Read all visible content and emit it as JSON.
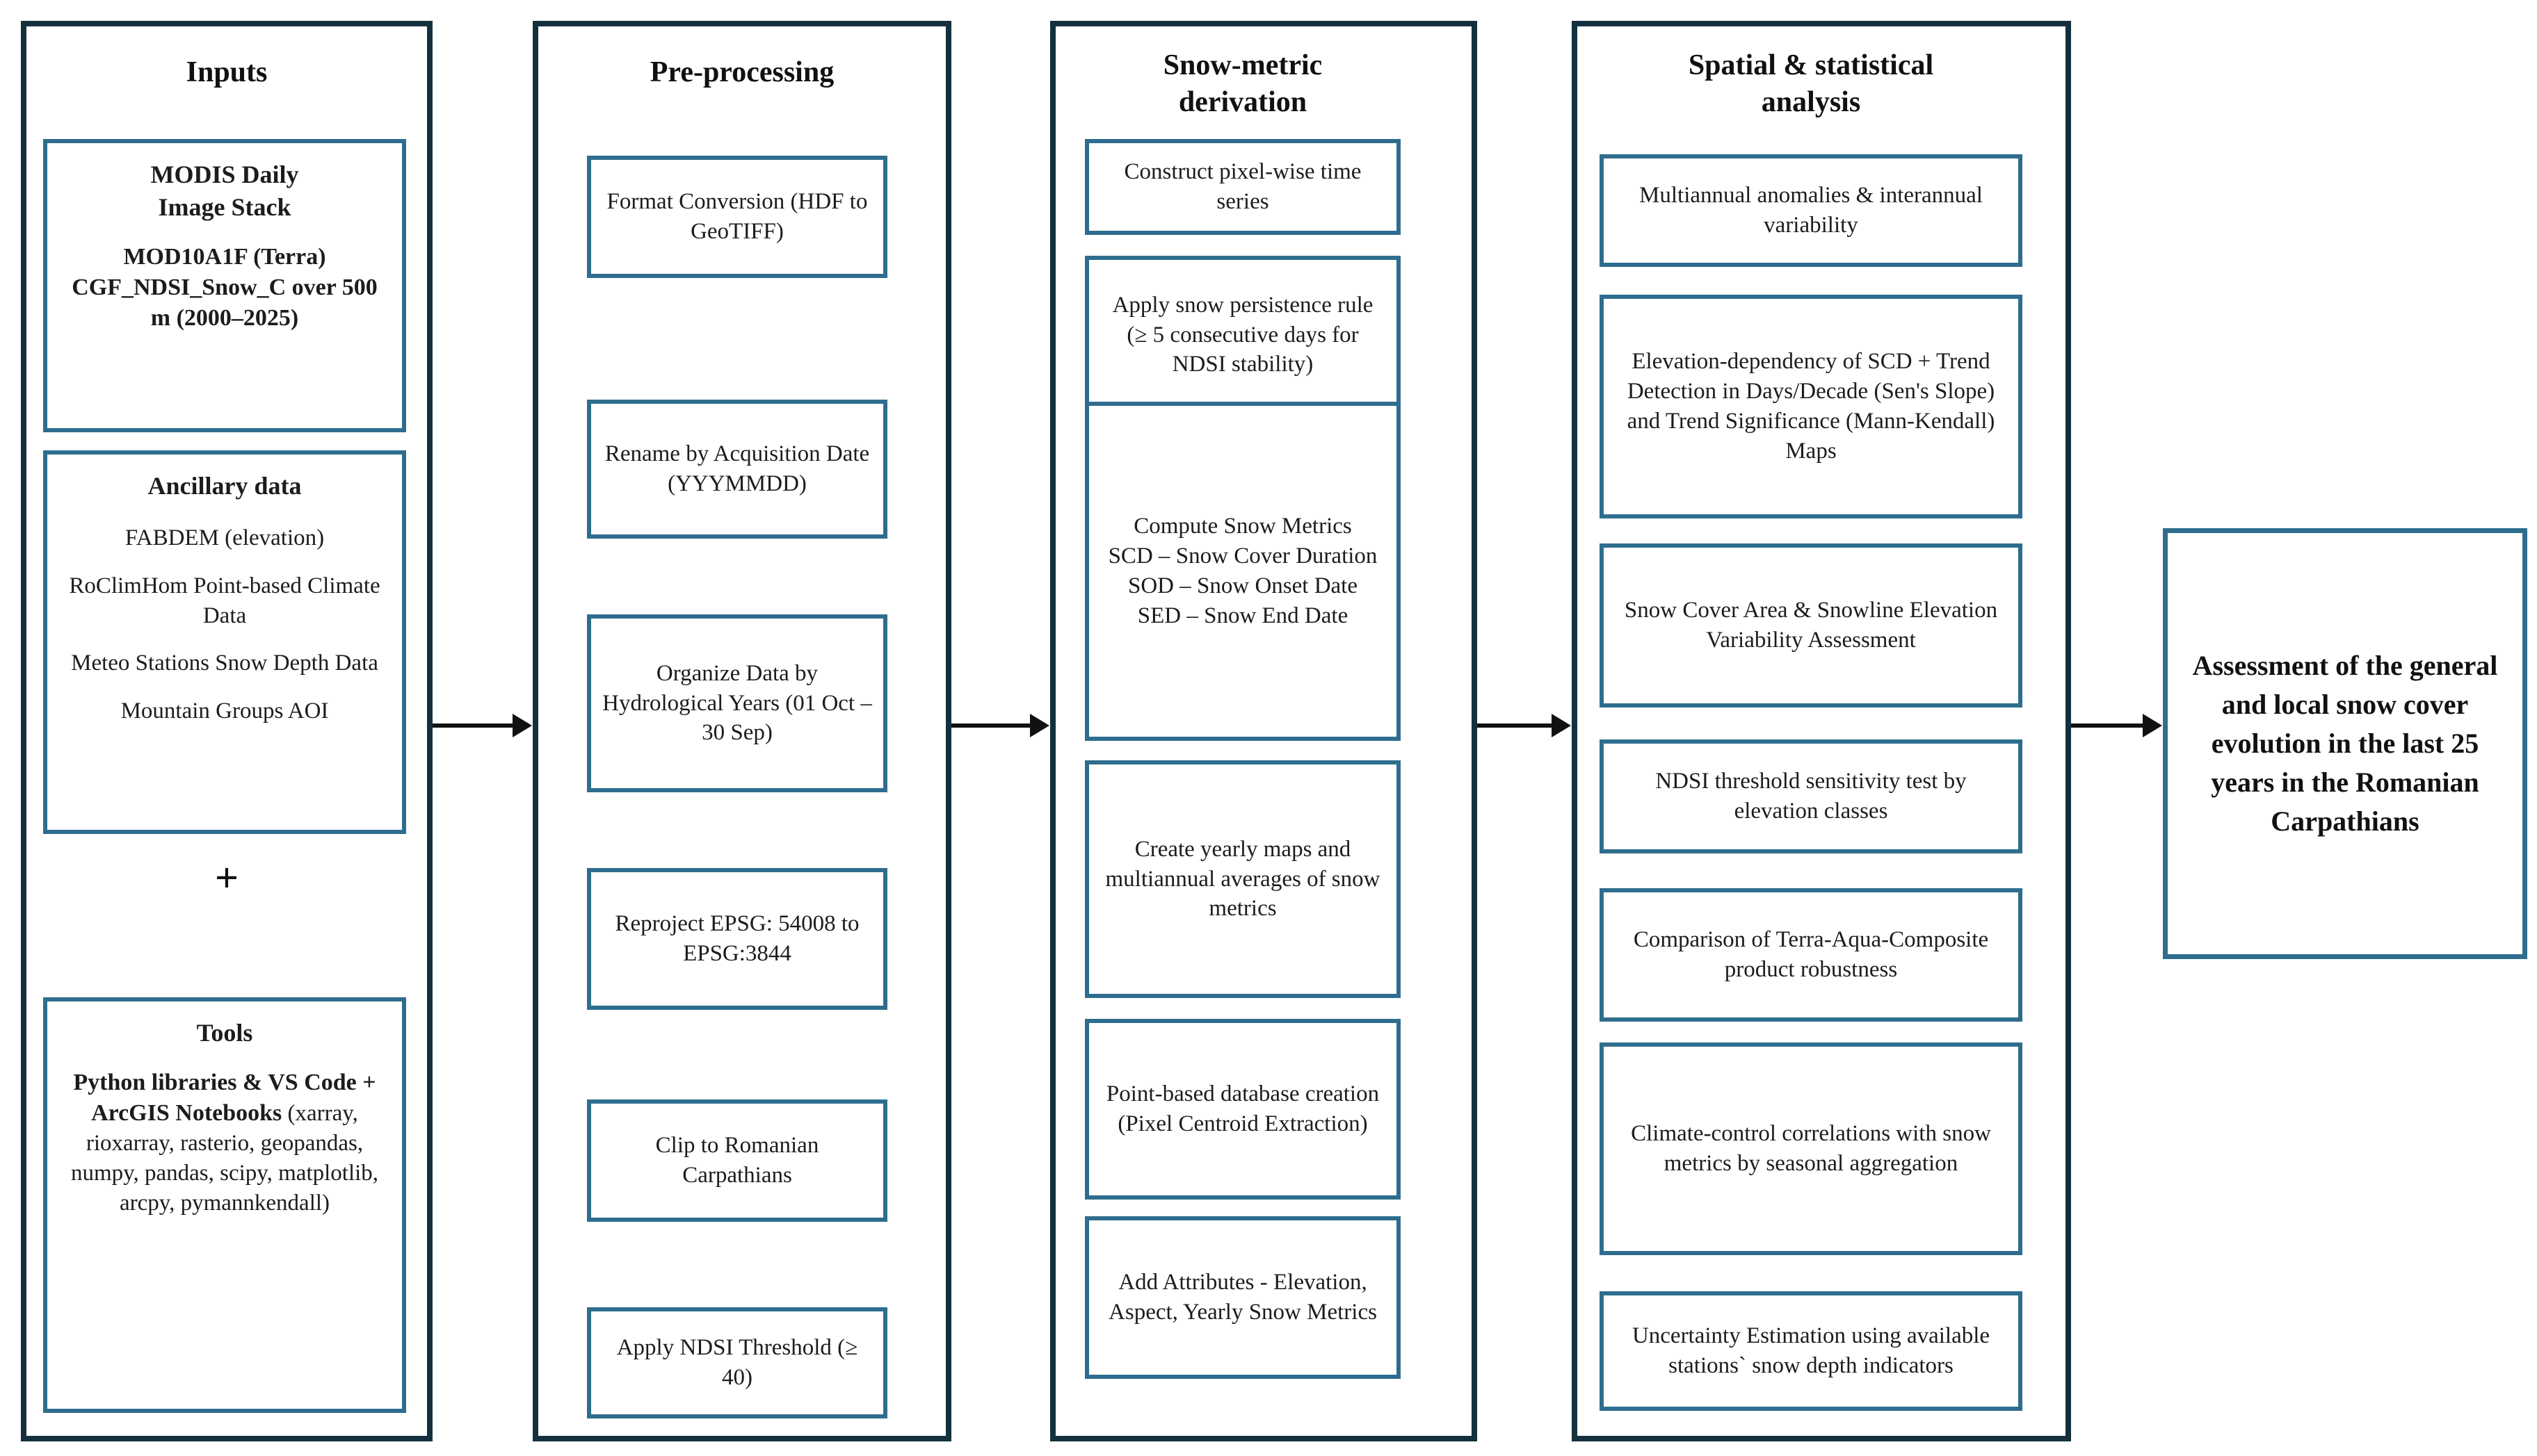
{
  "colors": {
    "outer_border": "#14303e",
    "inner_border": "#2e6d8e",
    "arrow": "#111111",
    "text": "#1c1c1c",
    "background": "#ffffff"
  },
  "columns": {
    "inputs": {
      "title": "Inputs",
      "modis_box": {
        "title": "MODIS Daily\nImage Stack",
        "body": "MOD10A1F (Terra) CGF_NDSI_Snow_C over 500 m (2000–2025)"
      },
      "ancillary_box": {
        "title": "Ancillary data",
        "items": [
          "FABDEM (elevation)",
          "RoClimHom Point-based Climate Data",
          "Meteo Stations Snow Depth Data",
          "Mountain Groups AOI"
        ]
      },
      "plus": "+",
      "tools_box": {
        "title": "Tools",
        "body_bold": "Python libraries & VS Code + ArcGIS Notebooks",
        "body_regular": " (xarray, rioxarray, rasterio, geopandas, numpy, pandas, scipy, matplotlib, arcpy, pymannkendall)"
      }
    },
    "preprocessing": {
      "title": "Pre-processing",
      "boxes": [
        "Format Conversion (HDF to GeoTIFF)",
        "Rename by Acquisition Date (YYYMMDD)",
        "Organize Data by Hydrological Years (01 Oct – 30 Sep)",
        "Reproject EPSG: 54008 to EPSG:3844",
        "Clip to Romanian Carpathians",
        "Apply NDSI Threshold (≥ 40)"
      ]
    },
    "snow_metric": {
      "title": "Snow-metric\nderivation",
      "boxes": [
        "Construct pixel-wise time series",
        "Apply snow persistence rule (≥ 5 consecutive days for NDSI stability)",
        "Compute Snow Metrics\nSCD – Snow Cover Duration\nSOD – Snow Onset Date\nSED – Snow End Date",
        "Create yearly maps and multiannual averages of snow metrics",
        "Point-based database creation (Pixel Centroid Extraction)",
        "Add Attributes - Elevation, Aspect, Yearly Snow Metrics"
      ]
    },
    "spatial": {
      "title": "Spatial & statistical\nanalysis",
      "boxes": [
        "Multiannual anomalies & interannual variability",
        "Elevation-dependency of SCD + Trend Detection in Days/Decade (Sen's Slope) and Trend Significance (Mann-Kendall) Maps",
        "Snow Cover Area & Snowline Elevation Variability Assessment",
        "NDSI threshold sensitivity test by elevation classes",
        "Comparison of Terra-Aqua-Composite product robustness",
        "Climate-control correlations with snow metrics by seasonal aggregation",
        "Uncertainty Estimation using available stations` snow depth indicators"
      ]
    }
  },
  "output": {
    "text": "Assessment of the general and local snow cover evolution in the last 25 years in the Romanian Carpathians"
  }
}
